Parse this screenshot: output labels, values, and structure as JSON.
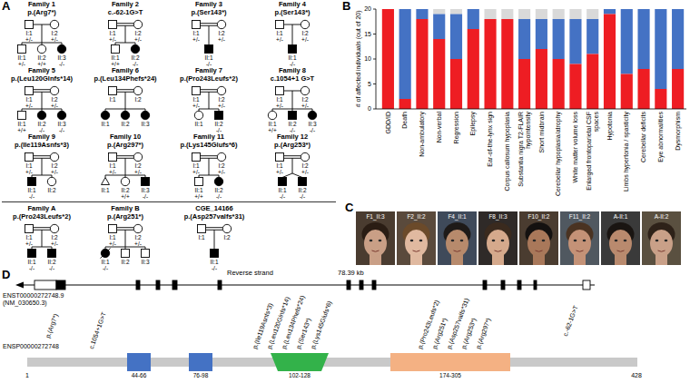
{
  "diagram": {
    "nodes": [
      {
        "text": [
          "ENSP00000272748"
        ]
      },
      {
        "text": [
          "44-66"
        ],
        "in": 0
      },
      {
        "text": [
          "76-98"
        ],
        "in": 0
      },
      {
        "text": [
          "102-128"
        ],
        "in": 0
      },
      {
        "text": [
          "174-305"
        ],
        "in": 0
      }
    ],
    "labels": [
      "A",
      "Family 1",
      "p.(Arg7*)",
      "I:1",
      "+/-",
      "I:2",
      "+/-",
      "II:1",
      "+/-",
      "II:2",
      "+/+",
      "II:3",
      "-/-",
      "Family 2",
      "c.-62-1G>T",
      "I:1",
      "+/-",
      "I:2",
      "+/-",
      "II:1",
      "+/+",
      "II:2",
      "-/-",
      "Family 3",
      "p.(Ser143*)",
      "I:1",
      "+/-",
      "I:2",
      "+/-",
      "II:1",
      "-/-",
      "Family 4",
      "p.(Ser143*)",
      "I:1",
      "+/-",
      "I:2",
      "+/-",
      "II:1",
      "-/-",
      "Family 5",
      "p.(Leu120Glnfs*14)",
      "I:1",
      "+/-",
      "I:2",
      "+/-",
      "II:1",
      "+/+",
      "II:2",
      "-/-",
      "II:3",
      "-/-",
      "Family 6",
      "p.(Leu134Phefs*24)",
      "I:1",
      "I:2",
      "II:1",
      "II:2",
      "II:3",
      "Family 7",
      "p.(Pro243Leufs*2)",
      "I:1",
      "+/-",
      "I:2",
      "+/-",
      "II:1",
      "II:2",
      "-/-",
      "Family 8",
      "c.1054+1 G>T",
      "I:1",
      "+/-",
      "I:2",
      "+/-",
      "II:1",
      "+/+",
      "II:2",
      "-/-",
      "II:3",
      "-/-",
      "Family 9",
      "p.(Ile119Asnfs*3)",
      "I:1",
      "+/-",
      "I:2",
      "+/-",
      "II:1",
      "-/-",
      "II:2",
      "Family 10",
      "p.(Arg297*)",
      "I:1",
      "+/-",
      "I:2",
      "+/-",
      "II:1",
      "II:2",
      "+/+",
      "II:3",
      "-/-",
      "Family 11",
      "p.(Lys145Glufs*6)",
      "I:1",
      "+/-",
      "I:2",
      "+/-",
      "II:1",
      "+/+",
      "II:2",
      "-/-",
      "Family 12",
      "p.(Arg253*)",
      "I:1",
      "+/-",
      "I:2",
      "+/-",
      "II:1",
      "-/-",
      "II:2",
      "-/-",
      "Family A",
      "p.(Pro243Leufs*2)",
      "I:1",
      "+/-",
      "I:2",
      "+/-",
      "II:1",
      "-/-",
      "II:2",
      "-/-",
      "Family B",
      "p.(Arg251*)",
      "I:1",
      "+/-",
      "I:2",
      "+/-",
      "II:1",
      "-/-",
      "II:2",
      "II:3",
      "CGE_14166",
      "p.(Asp257valfs*31)",
      "I:1",
      "I:2",
      "II:1",
      "-/-",
      "B",
      "0",
      "5",
      "10",
      "15",
      "20",
      "# of affected individuals (out of 20)",
      "GDD/ID",
      "Death",
      "Non-ambulatory",
      "Non-verbal",
      "Regression",
      "Epilepsy",
      "Ear-of-the-lynx sign",
      "Corpus callosum hypoplasia",
      "Substantia nigra T2-FLAIR hypointensity",
      "Short midbrain",
      "Cerebellar hypoplasia/atrophy",
      "White matter volume loss",
      "Enlarged frontoparietal CSF spaces",
      "Hypotonia",
      "Limbs hypertonia / spasticity",
      "Cerebellar deficits",
      "Eye abnormalities",
      "Dysmorphism",
      "C",
      "F1_II:3",
      "F2_II:2",
      "F4_II:1",
      "F8_II:3",
      "F10_II:2",
      "F11_II:2",
      "A-II:1",
      "A-II:2",
      "D",
      "Reverse strand",
      "78.39 kb",
      "ENST00000272748.9 (NM_030650.3)",
      "p.(Arg7*)",
      "c.1054+1G>T",
      "p.(Ile119Asnfs*3)",
      "p.(Leu120Glnfs*14)",
      "p.(Leu134Phefs*24)",
      "p.(Ser143*)",
      "p.(Lys145Glufs*6)",
      "p.(Pro243Leufs*2)",
      "p.(Arg251*)",
      "p.(Asp257valfs*31)",
      "p.(Arg253*)",
      "p.(Arg297*)",
      "c.-62-1G>T",
      "1",
      "428"
    ]
  }
}
